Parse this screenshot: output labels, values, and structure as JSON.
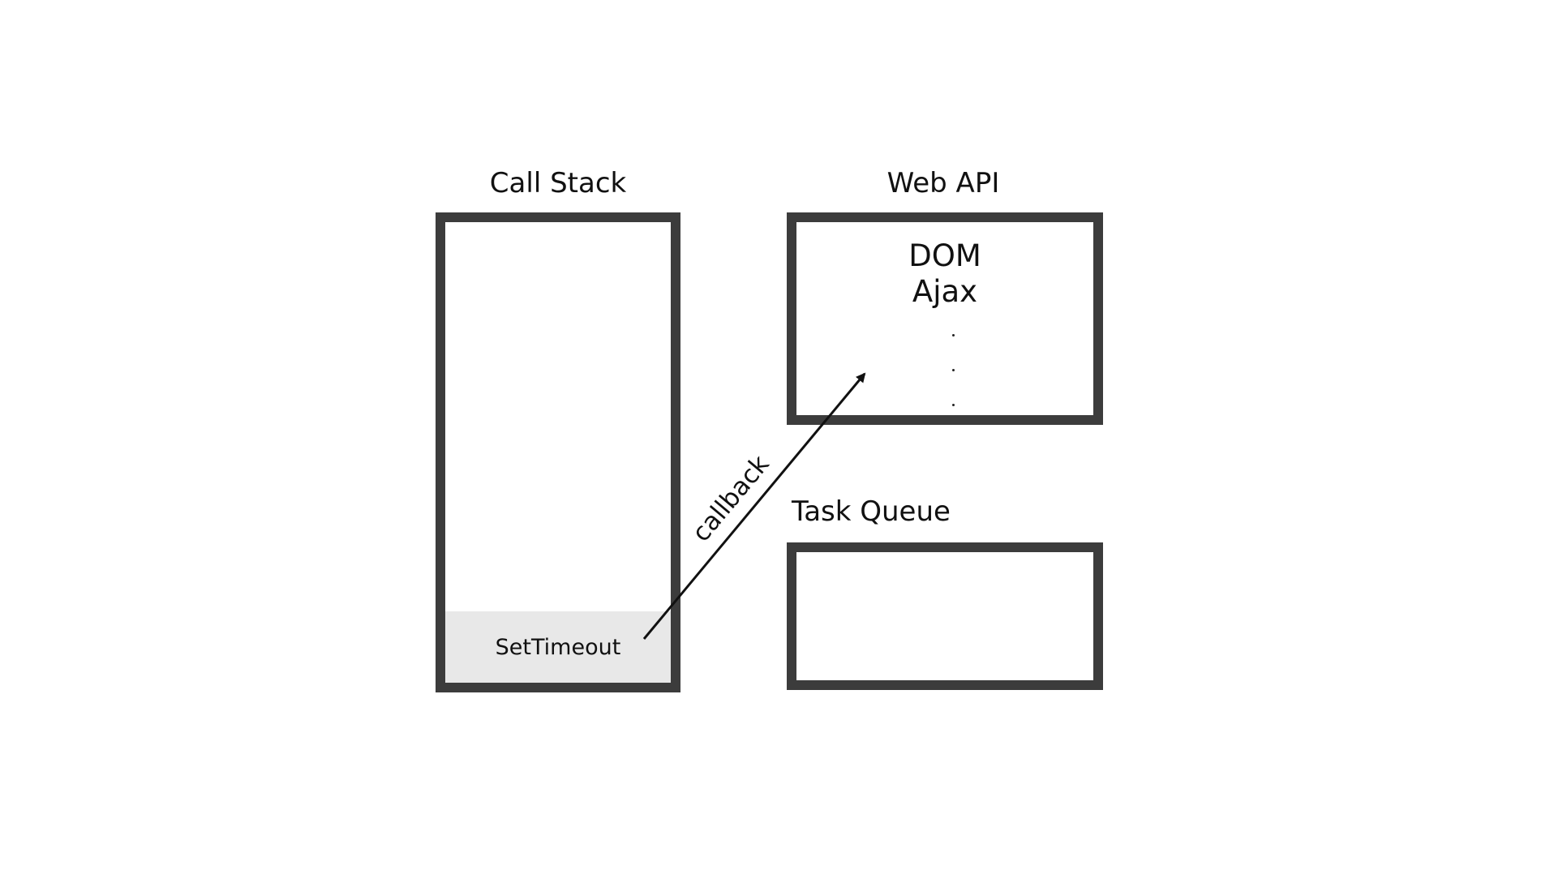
{
  "call_stack": {
    "title": "Call Stack",
    "frames": [
      "SetTimeout"
    ]
  },
  "web_api": {
    "title": "Web API",
    "items": [
      "DOM",
      "Ajax"
    ],
    "ellipsis_dots": 3
  },
  "task_queue": {
    "title": "Task Queue"
  },
  "arrow": {
    "label": "callback",
    "from": "SetTimeout",
    "to": "Web API"
  },
  "colors": {
    "border": "#3c3c3c",
    "frame_fill": "#e8e8e8",
    "arrow": "#111111"
  }
}
